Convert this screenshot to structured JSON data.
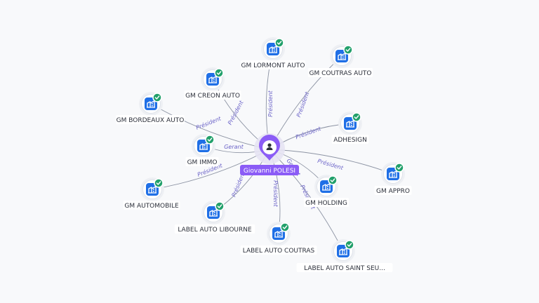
{
  "center": {
    "name": "Giovanni POLESI",
    "icon": "person-icon",
    "color": "#8b5cf6"
  },
  "colors": {
    "company_icon": "#1f6fe6",
    "check_badge": "#22a06b",
    "edge": "#8c93a3",
    "edge_label": "#6b63c8",
    "pin": "#8b5cf6"
  },
  "companies": [
    {
      "id": "gm-lormont-auto",
      "name": "GM LORMONT AUTO",
      "role": "Président"
    },
    {
      "id": "gm-coutras-auto",
      "name": "GM COUTRAS AUTO",
      "role": "Président"
    },
    {
      "id": "gm-creon-auto",
      "name": "GM CREON AUTO",
      "role": "Président"
    },
    {
      "id": "gm-bordeaux-auto",
      "name": "GM BORDEAUX AUTO",
      "role": "Président"
    },
    {
      "id": "adhesign",
      "name": "ADHESIGN",
      "role": "Président"
    },
    {
      "id": "gm-immo",
      "name": "GM IMMO",
      "role": "Gerant"
    },
    {
      "id": "gm-appro",
      "name": "GM APPRO",
      "role": "Président"
    },
    {
      "id": "gm-automobile",
      "name": "GM AUTOMOBILE",
      "role": "Président"
    },
    {
      "id": "gm-holding",
      "name": "GM HOLDING",
      "role": "Gerant"
    },
    {
      "id": "label-auto-libourne",
      "name": "LABEL AUTO LIBOURNE",
      "role": "Président"
    },
    {
      "id": "label-auto-coutras",
      "name": "LABEL AUTO COUTRAS",
      "role": "Président"
    },
    {
      "id": "label-auto-saint-seu",
      "name": "LABEL AUTO SAINT SEU...",
      "role": "Président"
    }
  ]
}
